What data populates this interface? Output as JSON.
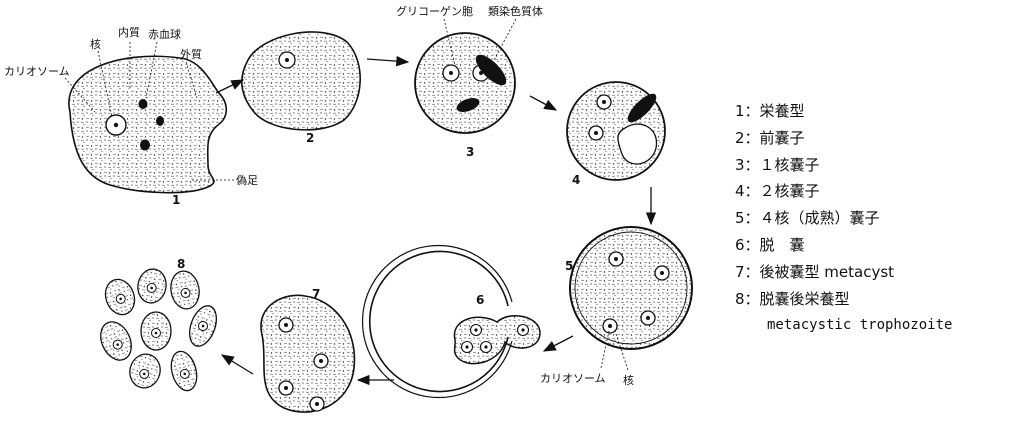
{
  "labels": {
    "karyosome_top": "カリオソーム",
    "nucleus_top": "核",
    "endoplasm": "内質",
    "rbc": "赤血球",
    "ectoplasm": "外質",
    "pseudopod": "偽足",
    "glycogen": "グリコーゲン胞",
    "chromatoid": "類染色質体",
    "karyosome_bottom": "カリオソーム",
    "nucleus_bottom": "核"
  },
  "stage_numbers": [
    "1",
    "2",
    "3",
    "4",
    "5",
    "6",
    "7",
    "8"
  ],
  "legend": [
    "1：栄養型",
    "2：前囊子",
    "3：１核囊子",
    "4：２核囊子",
    "5：４核（成熟）囊子",
    "6：脱　囊",
    "7：後被囊型 metacyst",
    "8：脱囊後栄養型"
  ],
  "legend_sub": "metacystic trophozoite"
}
